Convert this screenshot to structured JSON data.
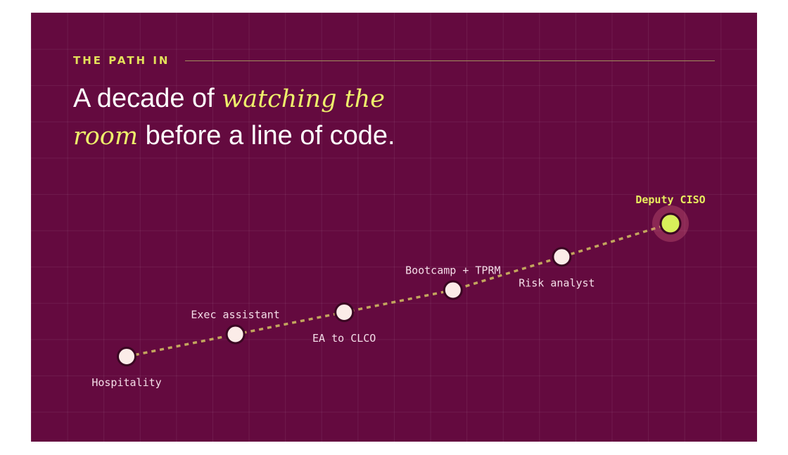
{
  "eyebrow": "THE PATH IN",
  "headline": {
    "part1": "A decade of ",
    "em1": "watching the",
    "em2": "room",
    "part2": " before a line of code."
  },
  "milestones": [
    {
      "label": "Hospitality",
      "step": 1,
      "level": 1.0,
      "highlight": false
    },
    {
      "label": "Exec assistant",
      "step": 2,
      "level": 2.0,
      "highlight": false
    },
    {
      "label": "EA to CLCO",
      "step": 3,
      "level": 3.0,
      "highlight": false
    },
    {
      "label": "Bootcamp + TPRM",
      "step": 4,
      "level": 4.0,
      "highlight": false
    },
    {
      "label": "Risk analyst",
      "step": 5,
      "level": 5.5,
      "highlight": false
    },
    {
      "label": "Deputy CISO",
      "step": 6,
      "level": 7.0,
      "highlight": true
    }
  ],
  "colors": {
    "background": "#640a3f",
    "accent": "#e4e05a",
    "node_fill": "#fbece8",
    "highlight_fill": "#d8f05a",
    "path_line": "#c3a55d"
  }
}
